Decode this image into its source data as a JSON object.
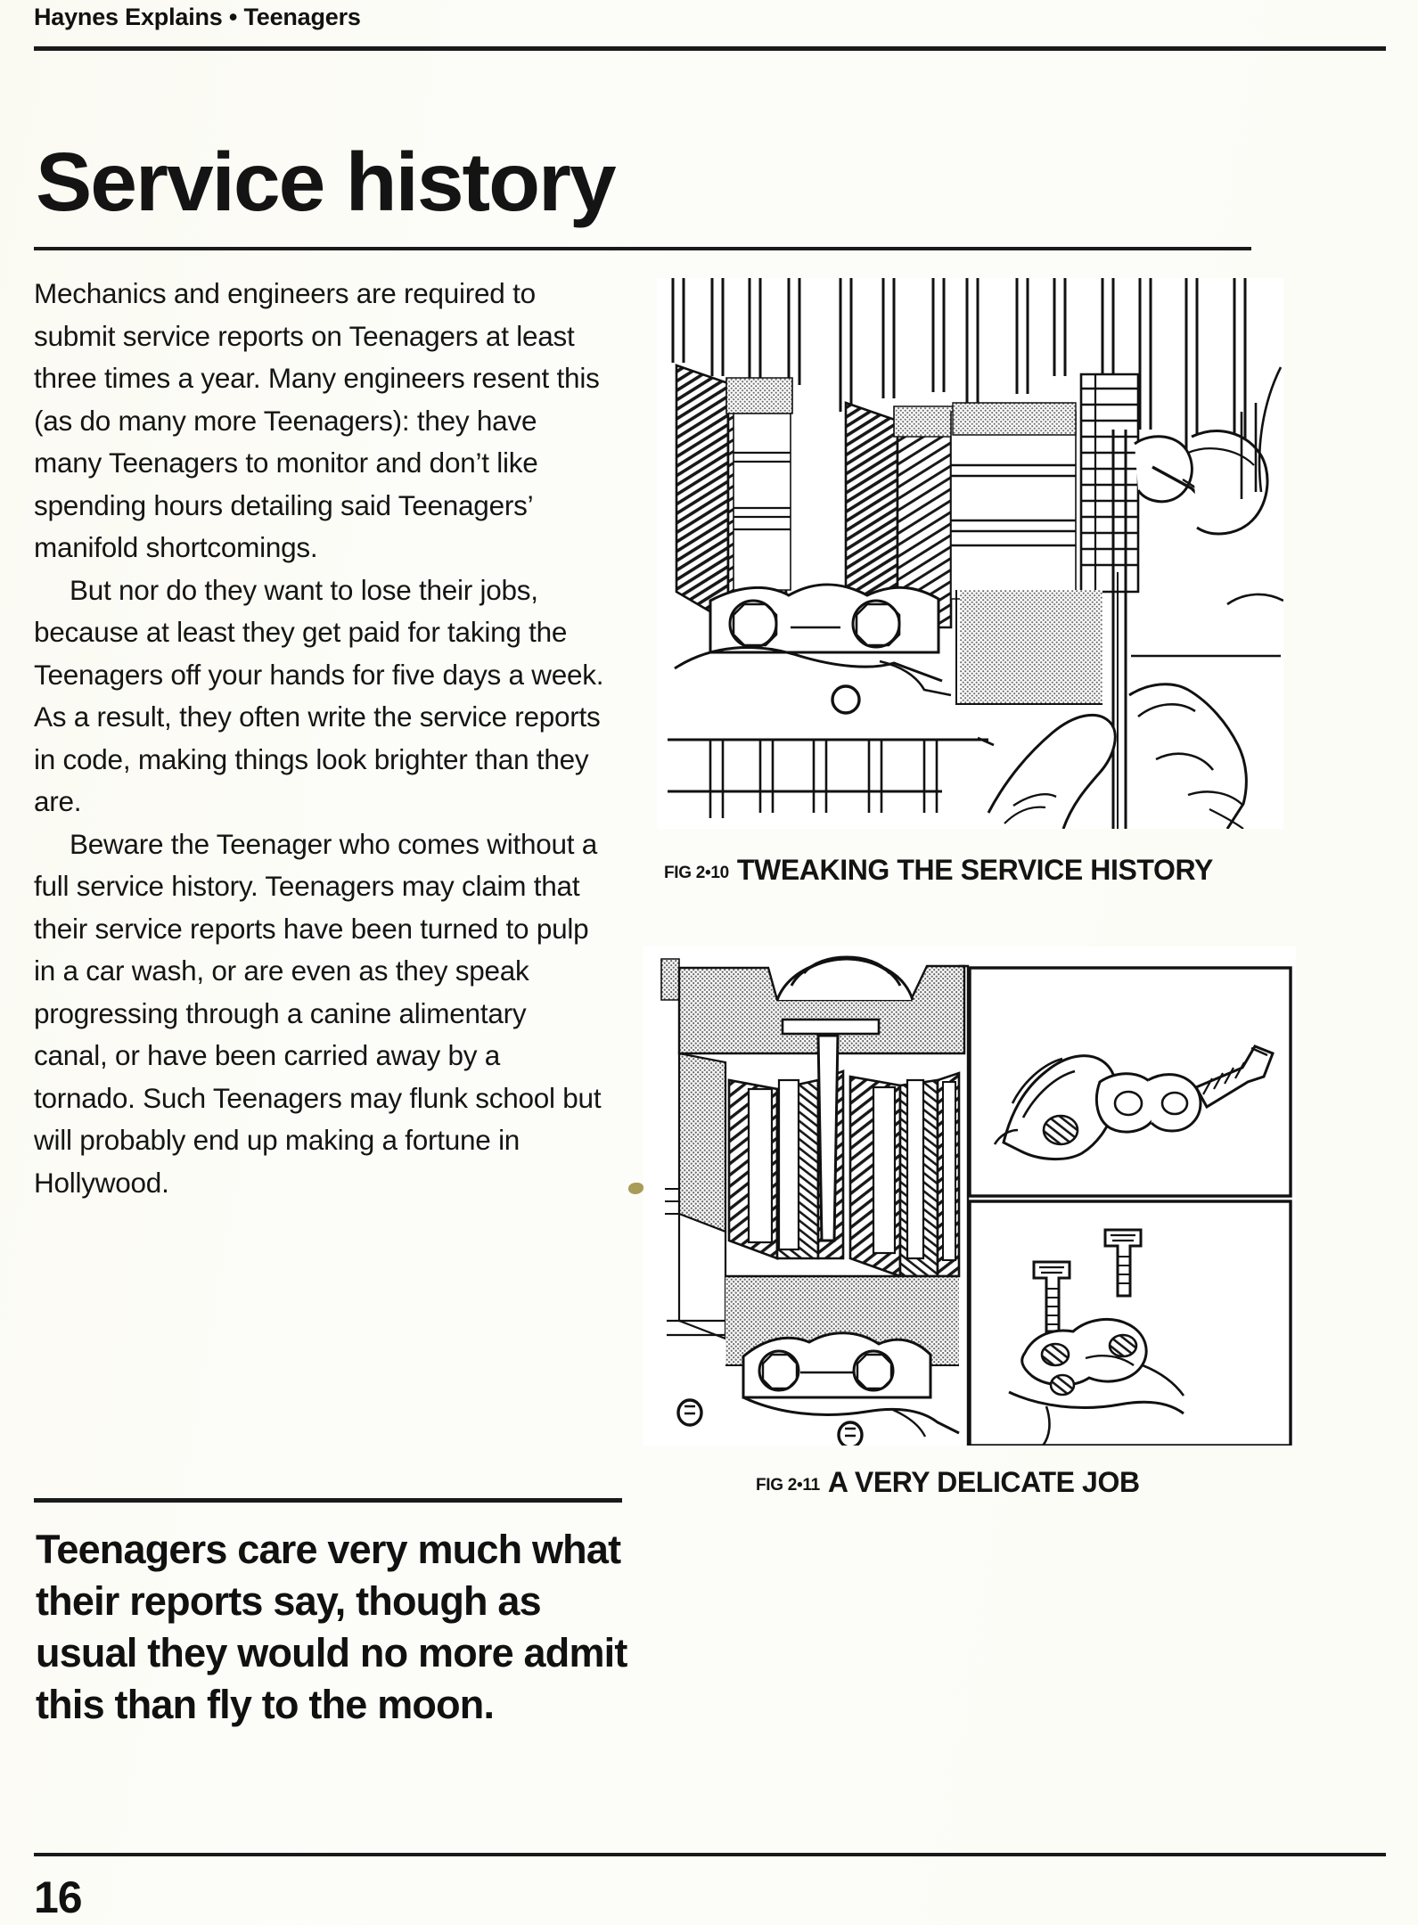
{
  "header": {
    "running_head": "Haynes Explains • Teenagers"
  },
  "title": "Service history",
  "body": {
    "paragraphs": [
      "Mechanics and engineers are required to submit service reports on Teenagers at least three times a year. Many engineers resent this (as do many more Teenagers): they have many Teenagers to monitor and don’t like spending hours detailing said Teenagers’ manifold shortcomings.",
      "But nor do they want to lose their jobs, because at least they get paid for taking the Teenagers off your hands for five days a week. As a result, they often write the service reports in code, making things look brighter than they are.",
      "Beware the Teenager who comes without a full service history. Teenagers may claim that their service reports have been turned to pulp in a car wash, or are even as they speak progressing through a canine alimentary canal, or have been carried away by a tornado. Such Teenagers may flunk school but will probably end up making a fortune in Hollywood."
    ]
  },
  "pullquote": "Teenagers care very much what their reports say, though as usual they would no more admit this than fly to the moon.",
  "figures": [
    {
      "id": "fig-2-10",
      "fig_label": "FIG 2•10",
      "caption": "TWEAKING THE SERVICE HISTORY",
      "description": "Cut-away line drawing of an engine cylinder block with a hand holding a feeler gauge"
    },
    {
      "id": "fig-2-11",
      "fig_label": "FIG 2•11",
      "caption": "A VERY DELICATE JOB",
      "description": "Cross-section of an engine with two inset detail panels showing a bracket with bolt and bolts with a plate"
    }
  ],
  "page_number": "16",
  "colors": {
    "ink": "#141414",
    "paper": "#fcfcf8",
    "speck": "#9a8a3c"
  }
}
